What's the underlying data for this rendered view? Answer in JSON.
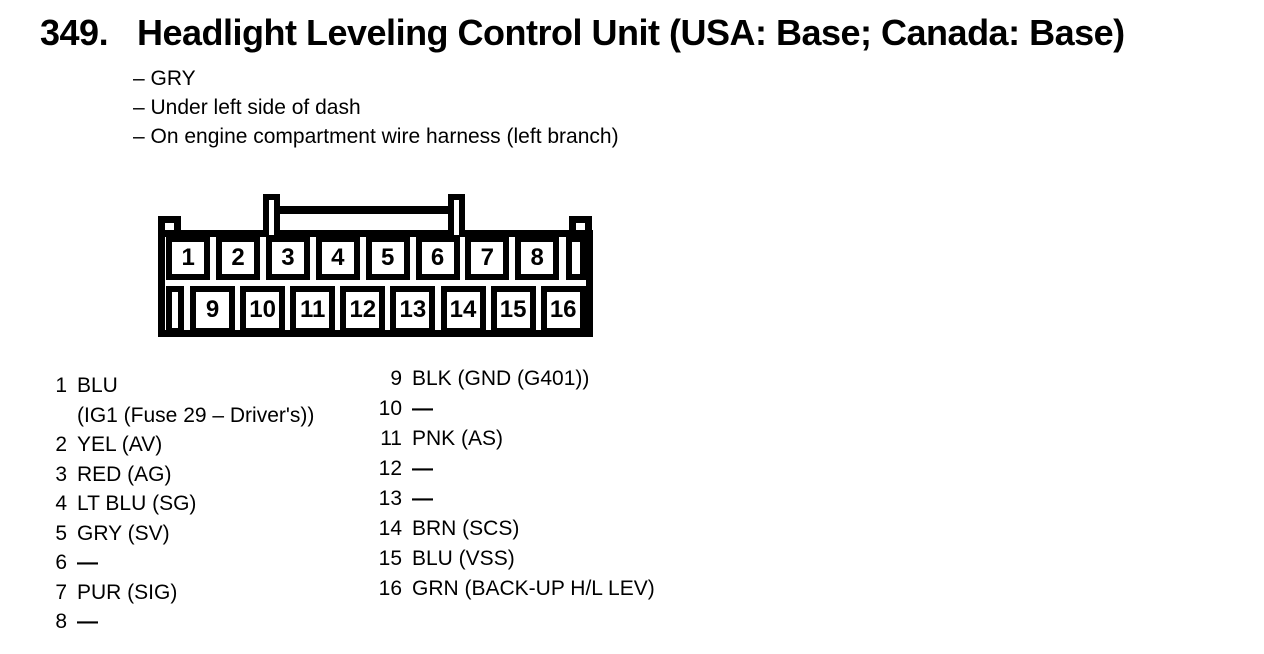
{
  "header": {
    "number": "349.",
    "title": "Headlight Leveling Control Unit (USA: Base; Canada: Base)",
    "notes": [
      "– GRY",
      "– Under left side of dash",
      "– On engine compartment wire harness (left branch)"
    ]
  },
  "connector": {
    "top_row": [
      "1",
      "2",
      "3",
      "4",
      "5",
      "6",
      "7",
      "8"
    ],
    "bottom_row": [
      "9",
      "10",
      "11",
      "12",
      "13",
      "14",
      "15",
      "16"
    ]
  },
  "pins": {
    "left": [
      {
        "n": "1",
        "label": "BLU",
        "label2": "(IG1 (Fuse 29 – Driver's))"
      },
      {
        "n": "2",
        "label": "YEL (AV)"
      },
      {
        "n": "3",
        "label": "RED (AG)"
      },
      {
        "n": "4",
        "label": "LT BLU (SG)"
      },
      {
        "n": "5",
        "label": "GRY (SV)"
      },
      {
        "n": "6",
        "label": "—"
      },
      {
        "n": "7",
        "label": "PUR (SIG)"
      },
      {
        "n": "8",
        "label": "—"
      }
    ],
    "right": [
      {
        "n": "9",
        "label": "BLK (GND (G401))"
      },
      {
        "n": "10",
        "label": "—"
      },
      {
        "n": "11",
        "label": "PNK (AS)"
      },
      {
        "n": "12",
        "label": "—"
      },
      {
        "n": "13",
        "label": "—"
      },
      {
        "n": "14",
        "label": "BRN (SCS)"
      },
      {
        "n": "15",
        "label": "BLU (VSS)"
      },
      {
        "n": "16",
        "label": "GRN (BACK-UP H/L LEV)"
      }
    ]
  },
  "colors": {
    "ink": "#000000",
    "paper": "#ffffff"
  }
}
